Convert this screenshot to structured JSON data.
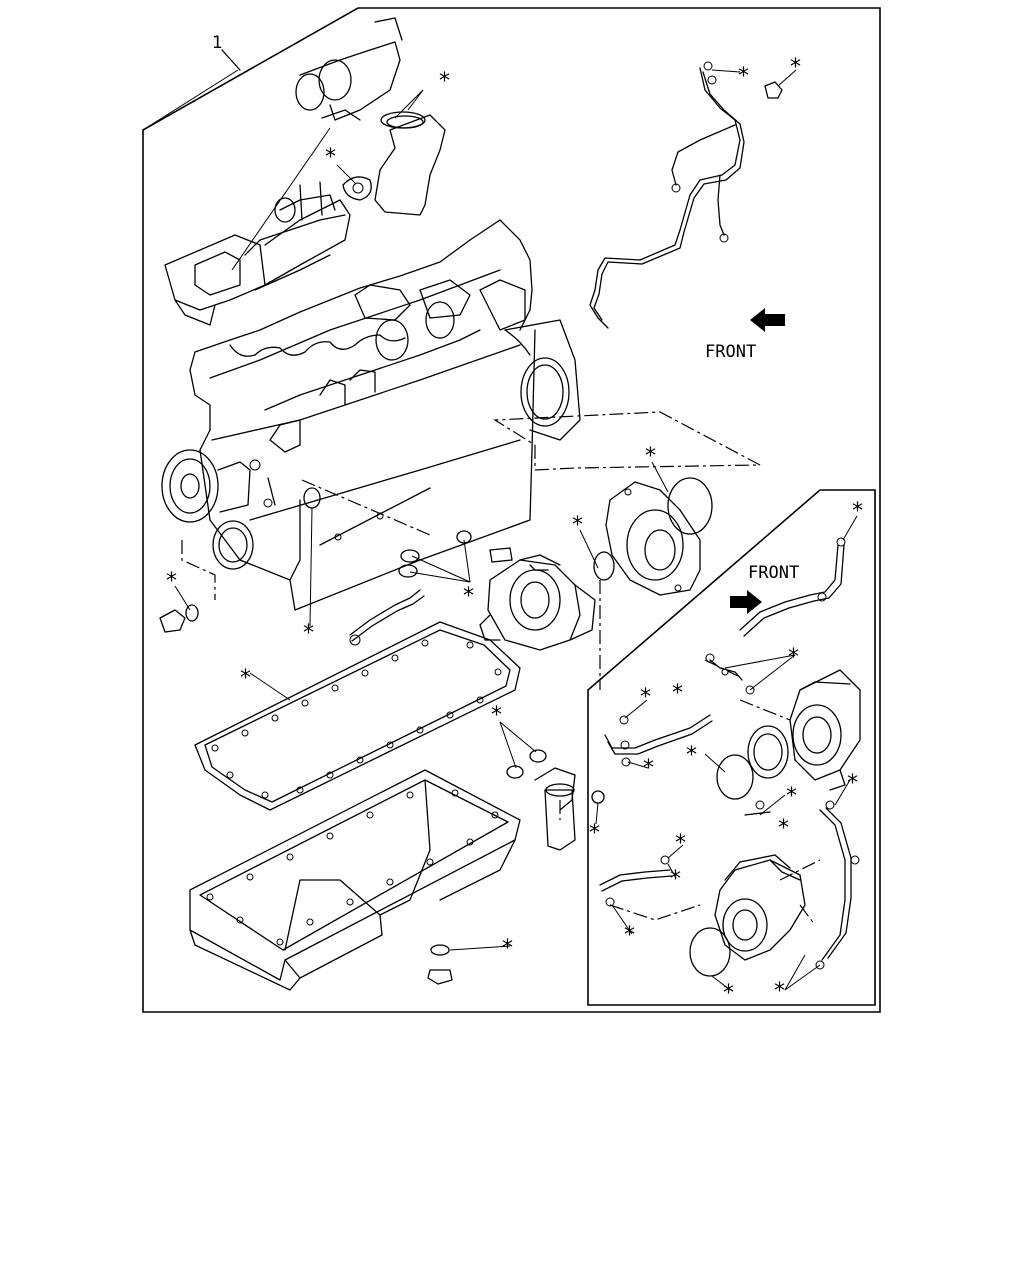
{
  "diagram": {
    "item_number": "1",
    "front_label_top": "FRONT",
    "front_label_inset": "FRONT",
    "marker_symbol": "*"
  }
}
